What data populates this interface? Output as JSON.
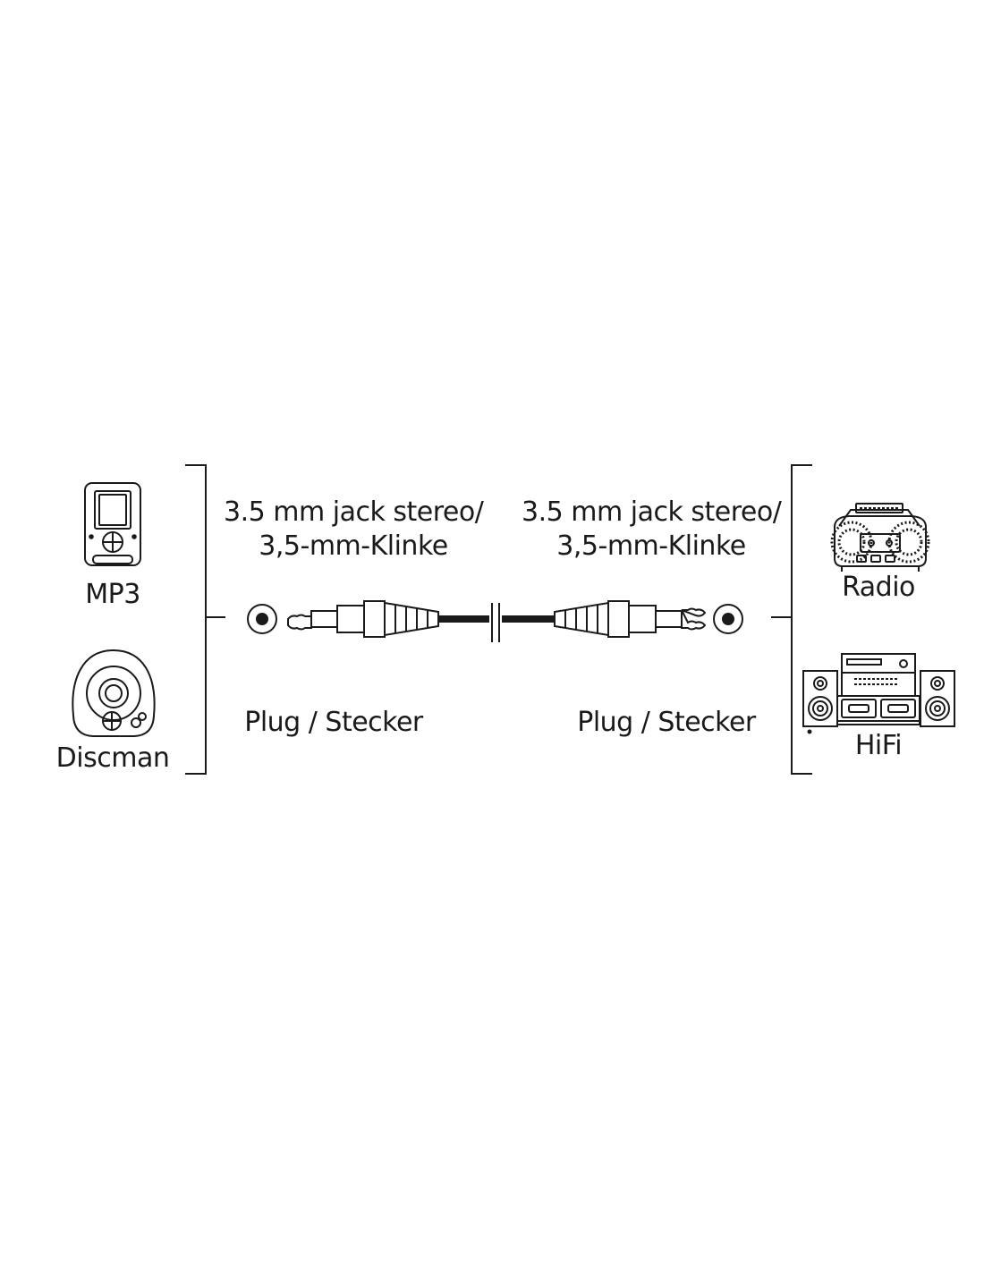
{
  "devices_left": [
    {
      "label": "MP3",
      "icon": "mp3-player-icon"
    },
    {
      "label": "Discman",
      "icon": "discman-icon"
    }
  ],
  "devices_right": [
    {
      "label": "Radio",
      "icon": "boombox-radio-icon"
    },
    {
      "label": "HiFi",
      "icon": "hifi-system-icon"
    }
  ],
  "connector_left": {
    "type_line1": "3.5 mm jack stereo/",
    "type_line2": "3,5-mm-Klinke",
    "kind": "Plug / Stecker"
  },
  "connector_right": {
    "type_line1": "3.5 mm jack stereo/",
    "type_line2": "3,5-mm-Klinke",
    "kind": "Plug / Stecker"
  },
  "colors": {
    "line": "#1a1a1a",
    "background": "#ffffff"
  }
}
